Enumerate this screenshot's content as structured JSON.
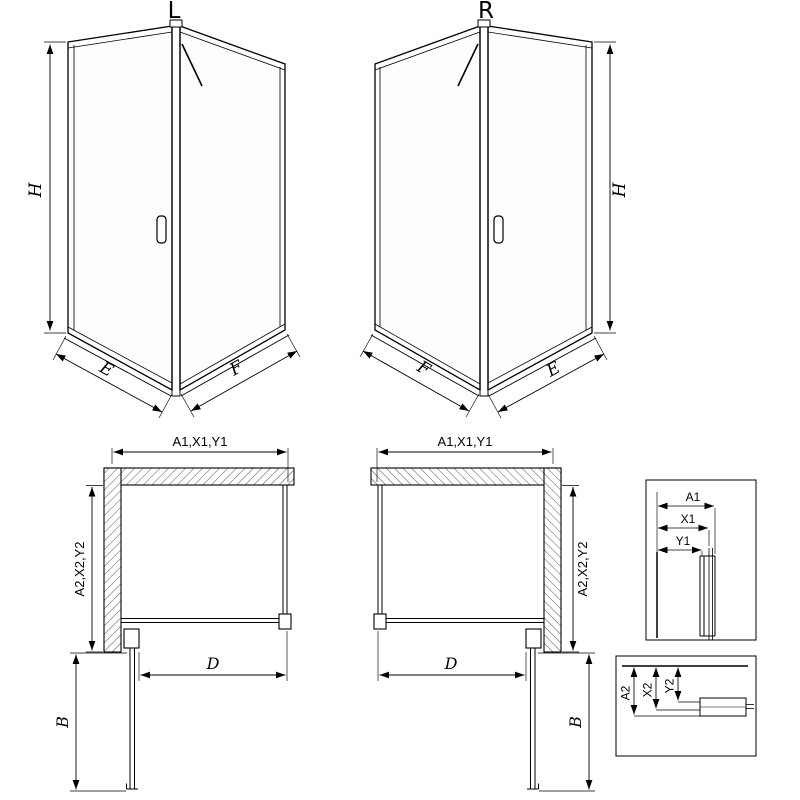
{
  "drawing": {
    "background_color": "#ffffff",
    "line_color": "#000000"
  },
  "view_3d_left": {
    "title": "L",
    "dim_height": "H",
    "dim_door_width": "E",
    "dim_side_width": "F"
  },
  "view_3d_right": {
    "title": "R",
    "dim_height": "H",
    "dim_side_width": "F",
    "dim_door_width": "E"
  },
  "plan_left": {
    "dim_width_top": "A1,X1,Y1",
    "dim_depth_side": "A2,X2,Y2",
    "dim_opening": "D",
    "dim_door": "B"
  },
  "plan_right": {
    "dim_width_top": "A1,X1,Y1",
    "dim_depth_side": "A2,X2,Y2",
    "dim_opening": "D",
    "dim_door": "B"
  },
  "detail_top": {
    "dim_a": "A1",
    "dim_x": "X1",
    "dim_y": "Y1"
  },
  "detail_bottom": {
    "dim_a": "A2",
    "dim_x": "X2",
    "dim_y": "Y2"
  }
}
